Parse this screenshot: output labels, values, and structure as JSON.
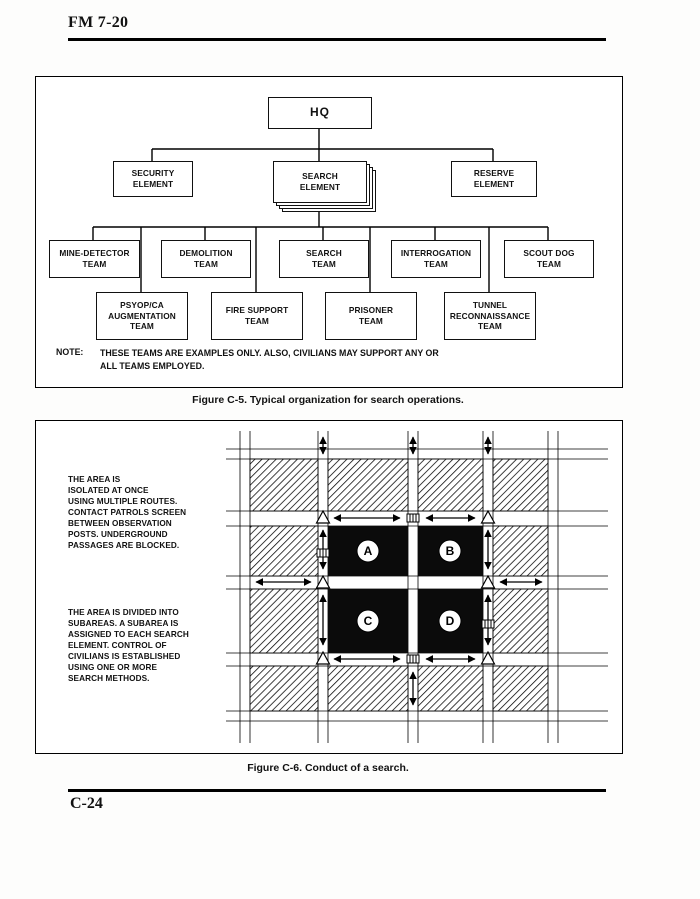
{
  "page": {
    "header_title": "FM 7-20",
    "footer_page_number": "C-24"
  },
  "figure_c5": {
    "caption": "Figure C-5.  Typical organization for search operations.",
    "hq_label": "HQ",
    "elements": [
      "SECURITY\nELEMENT",
      "SEARCH\nELEMENT",
      "RESERVE\nELEMENT"
    ],
    "teams_row1": [
      "MINE-DETECTOR\nTEAM",
      "DEMOLITION\nTEAM",
      "SEARCH\nTEAM",
      "INTERROGATION\nTEAM",
      "SCOUT DOG\nTEAM"
    ],
    "teams_row2": [
      "PSYOP/CA\nAUGMENTATION\nTEAM",
      "FIRE SUPPORT\nTEAM",
      "PRISONER\nTEAM",
      "TUNNEL\nRECONNAISSANCE\nTEAM"
    ],
    "note_label": "NOTE:",
    "note_text": "THESE TEAMS ARE EXAMPLES ONLY.  ALSO, CIVILIANS MAY SUPPORT ANY OR\nALL TEAMS EMPLOYED."
  },
  "figure_c6": {
    "caption": "Figure C-6.  Conduct of a search.",
    "annotation_isolate": "THE AREA IS\nISOLATED AT ONCE\nUSING MULTIPLE ROUTES.\nCONTACT PATROLS SCREEN\nBETWEEN OBSERVATION\nPOSTS.  UNDERGROUND\nPASSAGES ARE BLOCKED.",
    "annotation_divide": "THE AREA IS DIVIDED INTO\nSUBAREAS.  A SUBAREA IS\nASSIGNED TO EACH SEARCH\nELEMENT.  CONTROL OF\nCIVILIANS IS ESTABLISHED\nUSING ONE OR MORE\nSEARCH METHODS.",
    "subareas": [
      "A",
      "B",
      "C",
      "D"
    ],
    "map_icons": {
      "observation_post": "white-triangle",
      "blocked_underground_passage": "grate-rect",
      "patrol_route": "double-headed-arrow",
      "search_subarea_block": "solid-black-city-block",
      "isolated_city_block": "diagonal-hatched-city-block"
    }
  }
}
